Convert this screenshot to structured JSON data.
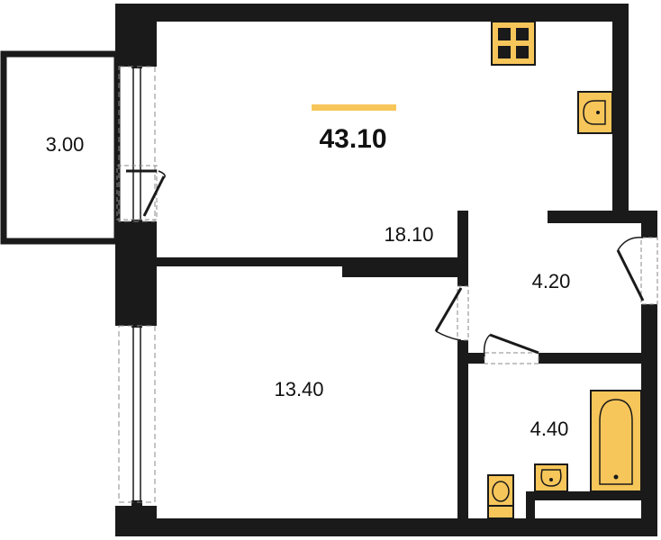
{
  "plan": {
    "total_area": "43.10",
    "rooms": {
      "balcony": "3.00",
      "kitchen_living": "18.10",
      "bedroom": "13.40",
      "hallway": "4.20",
      "bathroom": "4.40"
    }
  },
  "colors": {
    "wall": "#1a1a1a",
    "fixture_fill": "#f7c65a",
    "accent_bar": "#f7c65a",
    "background": "#ffffff"
  },
  "icons": [
    "stove-icon",
    "sink-icon",
    "bathtub-icon",
    "toilet-icon",
    "washbasin-icon"
  ]
}
